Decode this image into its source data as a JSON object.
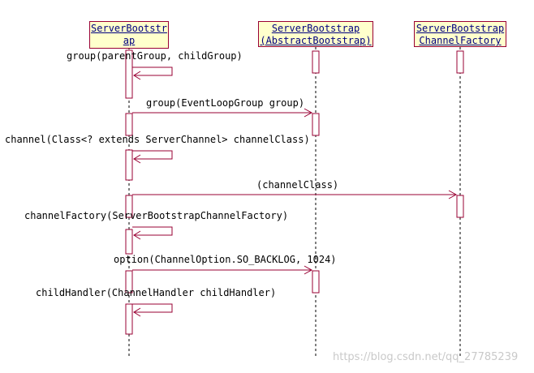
{
  "participants": [
    {
      "id": "p1",
      "lines": [
        "ServerBootstr",
        "ap"
      ]
    },
    {
      "id": "p2",
      "lines": [
        "ServerBootstrap",
        "(AbstractBootstrap)"
      ]
    },
    {
      "id": "p3",
      "lines": [
        "ServerBootstrap",
        "ChannelFactory"
      ]
    }
  ],
  "messages": [
    {
      "label": "group(parentGroup, childGroup)",
      "from": "p1",
      "to": "p1",
      "kind": "self"
    },
    {
      "label": "group(EventLoopGroup group)",
      "from": "p1",
      "to": "p2",
      "kind": "call"
    },
    {
      "label": "channel(Class<? extends ServerChannel> channelClass)",
      "from": "p1",
      "to": "p1",
      "kind": "self"
    },
    {
      "label": "(channelClass)",
      "from": "p1",
      "to": "p3",
      "kind": "call"
    },
    {
      "label": "channelFactory(ServerBootstrapChannelFactory)",
      "from": "p1",
      "to": "p1",
      "kind": "self"
    },
    {
      "label": "option(ChannelOption.SO_BACKLOG, 1024)",
      "from": "p1",
      "to": "p2",
      "kind": "call"
    },
    {
      "label": "childHandler(ChannelHandler childHandler)",
      "from": "p1",
      "to": "p1",
      "kind": "self"
    }
  ],
  "watermark": "https://blog.csdn.net/qq_27785239",
  "colors": {
    "header_fill": "#ffffcc",
    "header_border": "#990033",
    "header_text": "#000080",
    "arrow": "#990033",
    "lifeline": "#000000",
    "watermark": "#c9c9c9"
  }
}
